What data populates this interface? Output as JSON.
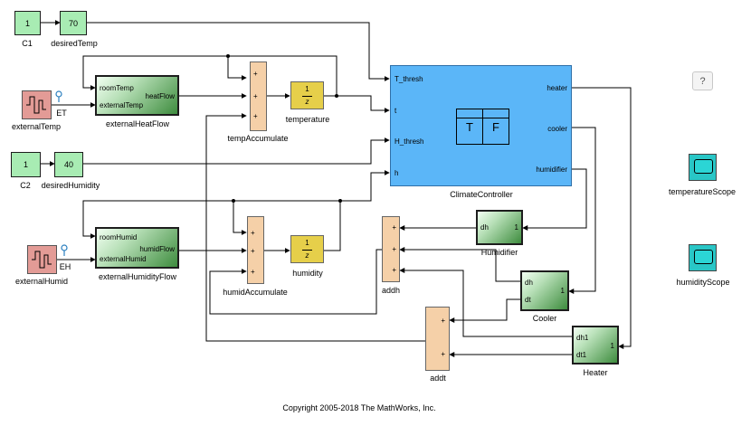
{
  "blocks": {
    "c1": {
      "name": "C1",
      "value": "1"
    },
    "desired_temp": {
      "name": "desiredTemp",
      "value": "70"
    },
    "c2": {
      "name": "C2",
      "value": "1"
    },
    "desired_humidity": {
      "name": "desiredHumidity",
      "value": "40"
    },
    "external_temp": {
      "name": "externalTemp",
      "port": "ET"
    },
    "external_humid": {
      "name": "externalHumid",
      "port": "EH"
    },
    "external_heat_flow": {
      "name": "externalHeatFlow",
      "in1": "roomTemp",
      "in2": "externalTemp",
      "out1": "heatFlow"
    },
    "external_humidity_flow": {
      "name": "externalHumidityFlow",
      "in1": "roomHumid",
      "in2": "externalHumid",
      "out1": "humidFlow"
    },
    "temp_accumulate": {
      "name": "tempAccumulate",
      "signs": [
        "+",
        "+",
        "+"
      ]
    },
    "humid_accumulate": {
      "name": "humidAccumulate",
      "signs": [
        "+",
        "+",
        "+"
      ]
    },
    "temperature": {
      "name": "temperature",
      "num": "1",
      "den": "z"
    },
    "humidity": {
      "name": "humidity",
      "num": "1",
      "den": "z"
    },
    "climate_controller": {
      "name": "ClimateController",
      "inputs": [
        "T_thresh",
        "t",
        "H_thresh",
        "h"
      ],
      "outputs": [
        "heater",
        "cooler",
        "humidifier"
      ],
      "chart_t": "T",
      "chart_f": "F"
    },
    "humidifier": {
      "name": "Humidifier",
      "in1": "dh",
      "out1": "1"
    },
    "cooler": {
      "name": "Cooler",
      "in1": "dh",
      "in2": "dt",
      "out1": "1"
    },
    "heater": {
      "name": "Heater",
      "in1": "dh1",
      "in2": "dt1",
      "out1": "1"
    },
    "addh": {
      "name": "addh",
      "signs": [
        "+",
        "+",
        "+"
      ]
    },
    "addt": {
      "name": "addt",
      "signs": [
        "+",
        "+"
      ]
    },
    "temperature_scope": {
      "name": "temperatureScope"
    },
    "humidity_scope": {
      "name": "humidityScope"
    }
  },
  "help": {
    "label": "?"
  },
  "copyright": "Copyright 2005-2018 The MathWorks, Inc.",
  "colors": {
    "controller": "#5bb6f8",
    "constant": "#a8ecb3",
    "sum": "#f5d0a8",
    "delay": "#e6cf4a",
    "source": "#e39b96",
    "scope": "#29c6c6"
  }
}
